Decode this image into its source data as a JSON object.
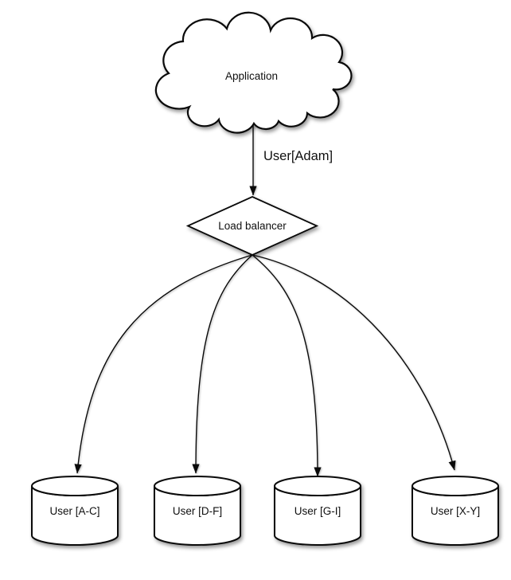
{
  "diagram": {
    "background": "#ffffff",
    "stroke_color": "#0a0a0a",
    "fill_color": "#ffffff",
    "nodes": {
      "application": {
        "shape": "cloud",
        "label": "Application"
      },
      "load_balancer": {
        "shape": "diamond",
        "label": "Load balancer"
      },
      "shard_ac": {
        "shape": "cylinder",
        "label": "User [A-C]"
      },
      "shard_df": {
        "shape": "cylinder",
        "label": "User [D-F]"
      },
      "shard_gi": {
        "shape": "cylinder",
        "label": "User [G-I]"
      },
      "shard_xy": {
        "shape": "cylinder",
        "label": "User [X-Y]"
      }
    },
    "edges": {
      "app_to_lb": {
        "from": "application",
        "to": "load_balancer",
        "label": "User[Adam]"
      },
      "lb_to_ac": {
        "from": "load_balancer",
        "to": "shard_ac"
      },
      "lb_to_df": {
        "from": "load_balancer",
        "to": "shard_df"
      },
      "lb_to_gi": {
        "from": "load_balancer",
        "to": "shard_gi"
      },
      "lb_to_xy": {
        "from": "load_balancer",
        "to": "shard_xy"
      }
    }
  }
}
